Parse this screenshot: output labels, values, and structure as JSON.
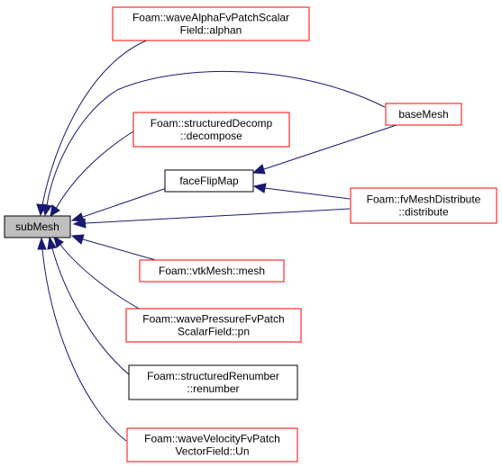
{
  "colors": {
    "edge": "#191970",
    "red_border": "#ff0000",
    "black_border": "#000000",
    "focus_fill": "#bfbfbf",
    "node_fill": "#ffffff"
  },
  "nodes": {
    "submesh": {
      "lines": [
        "subMesh"
      ],
      "kind": "focus"
    },
    "alphan": {
      "lines": [
        "Foam::waveAlphaFvPatchScalar",
        "Field::alphan"
      ],
      "kind": "red"
    },
    "basemesh": {
      "lines": [
        "baseMesh"
      ],
      "kind": "red"
    },
    "decompose": {
      "lines": [
        "Foam::structuredDecomp",
        "::decompose"
      ],
      "kind": "red"
    },
    "faceflipmap": {
      "lines": [
        "faceFlipMap"
      ],
      "kind": "black"
    },
    "distribute": {
      "lines": [
        "Foam::fvMeshDistribute",
        "::distribute"
      ],
      "kind": "red"
    },
    "vtkmesh": {
      "lines": [
        "Foam::vtkMesh::mesh"
      ],
      "kind": "red"
    },
    "pn": {
      "lines": [
        "Foam::wavePressureFvPatch",
        "ScalarField::pn"
      ],
      "kind": "red"
    },
    "renumber": {
      "lines": [
        "Foam::structuredRenumber",
        "::renumber"
      ],
      "kind": "black"
    },
    "un": {
      "lines": [
        "Foam::waveVelocityFvPatch",
        "VectorField::Un"
      ],
      "kind": "red"
    }
  }
}
